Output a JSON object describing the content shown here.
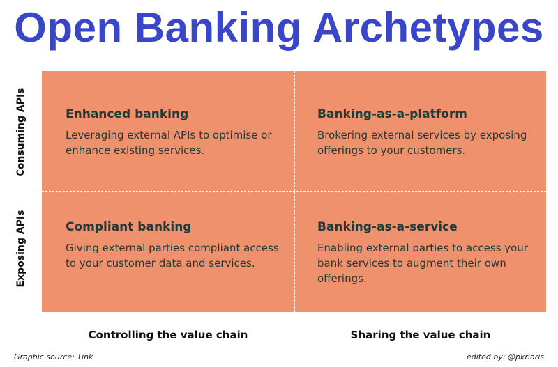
{
  "title": "Open Banking Archetypes",
  "y_axis": {
    "top": "Consuming APIs",
    "bottom": "Exposing APIs"
  },
  "x_axis": {
    "left": "Controlling the value chain",
    "right": "Sharing the value chain"
  },
  "quadrants": {
    "top_left": {
      "heading": "Enhanced banking",
      "body": "Leveraging external APIs to optimise or enhance existing services."
    },
    "top_right": {
      "heading": "Banking-as-a-platform",
      "body": "Brokering external services by exposing offerings to your customers."
    },
    "bottom_left": {
      "heading": "Compliant banking",
      "body": "Giving external parties compliant access to your customer data and services."
    },
    "bottom_right": {
      "heading": "Banking-as-a-service",
      "body": "Enabling external parties to access your bank services to augment their own offerings."
    }
  },
  "footer": {
    "source": "Graphic source: Tink",
    "credit": "edited by: @pkriaris"
  },
  "colors": {
    "title": "#3a46c8",
    "quadrant_fill": "#f0916d",
    "quadrant_text": "#1f3a3a",
    "divider": "#ffffff"
  }
}
